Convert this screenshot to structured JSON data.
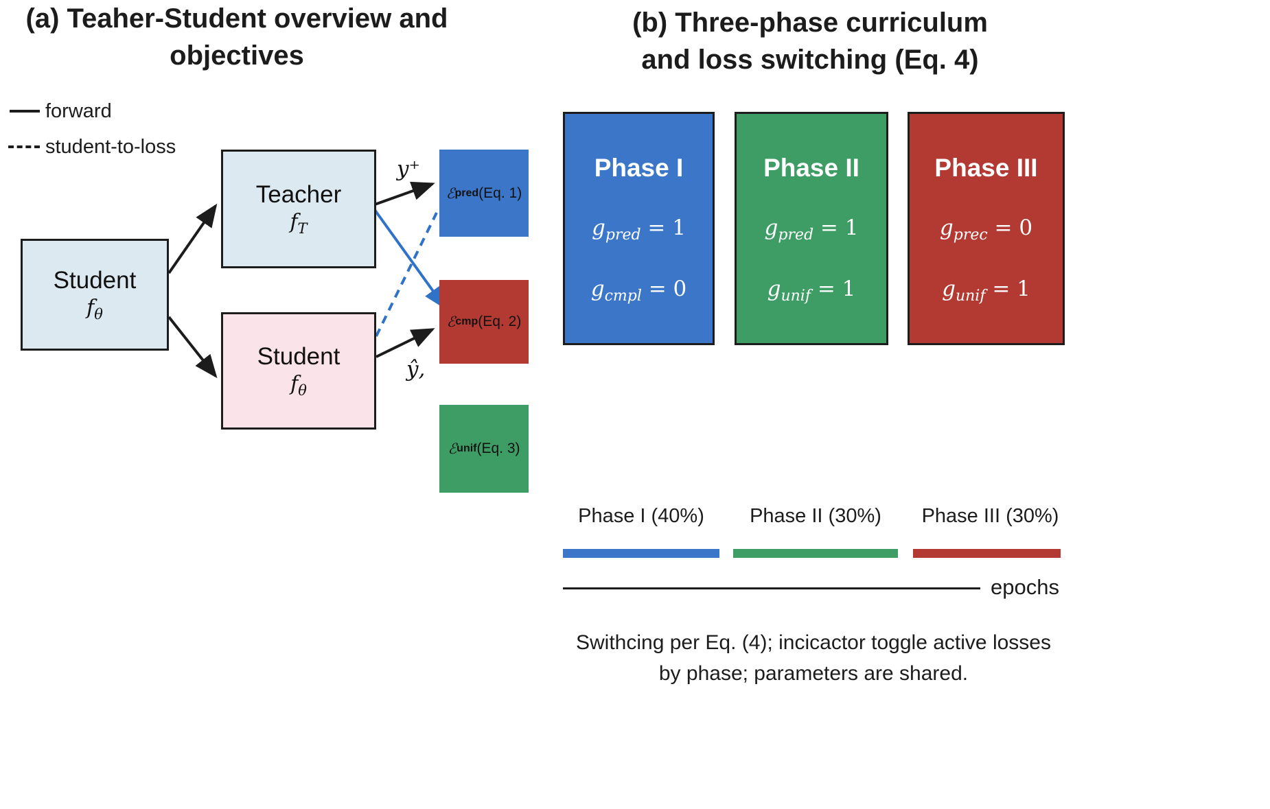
{
  "panel_a": {
    "title_line1": "(a)  Teaher-Student overview and",
    "title_line2": "objectives",
    "legend": [
      {
        "style": "solid",
        "label": "forward"
      },
      {
        "style": "dashed",
        "label": "student-to-loss"
      }
    ],
    "nodes": {
      "student_left": {
        "label": "Student",
        "sym": "f",
        "sub": "θ"
      },
      "teacher": {
        "label": "Teacher",
        "sym": "f",
        "sub": "T"
      },
      "student_right": {
        "label": "Student",
        "sym": "f",
        "sub": "θ"
      }
    },
    "losses": [
      {
        "sym": "ℰ",
        "sub": "pred",
        "rest": "(Eq. 1)",
        "color": "#3b76c8"
      },
      {
        "sym": "ℰ",
        "sub": "cmp",
        "rest": "(Eq. 2)",
        "color": "#b23a32"
      },
      {
        "sym": "ℰ",
        "sub": "unif",
        "rest": "(Eq. 3)",
        "color": "#3e9d64"
      }
    ],
    "edge_labels": {
      "y_plus": "y⁺",
      "y_hat": "ŷ,"
    }
  },
  "panel_b": {
    "title_line1": "(b)  Three-phase curriculum",
    "title_line2": "and loss switching (Eq. 4)",
    "phases": [
      {
        "name": "Phase I",
        "color": "#3b76c8",
        "line1_sym": "g",
        "line1_sub": "pred",
        "line1_eq": " = 1",
        "line2_sym": "g",
        "line2_sub": "cmpl",
        "line2_eq": " = 0"
      },
      {
        "name": "Phase II",
        "color": "#3e9d64",
        "line1_sym": "g",
        "line1_sub": "pred",
        "line1_eq": " = 1",
        "line2_sym": "g",
        "line2_sub": "unif",
        "line2_eq": " = 1"
      },
      {
        "name": "Phase III",
        "color": "#b23a32",
        "line1_sym": "g",
        "line1_sub": "prec",
        "line1_eq": " = 0",
        "line2_sym": "g",
        "line2_sub": "unif",
        "line2_eq": " = 1"
      }
    ],
    "timeline": {
      "segments": [
        {
          "label": "Phase I (40%)",
          "color": "#3b76c8"
        },
        {
          "label": "Phase II (30%)",
          "color": "#3e9d64"
        },
        {
          "label": "Phase III (30%)",
          "color": "#b23a32"
        }
      ],
      "axis_label": "epochs"
    },
    "caption_line1": "Swithcing per Eq. (4); incicactor toggle active losses",
    "caption_line2": "by phase; parameters are shared."
  }
}
